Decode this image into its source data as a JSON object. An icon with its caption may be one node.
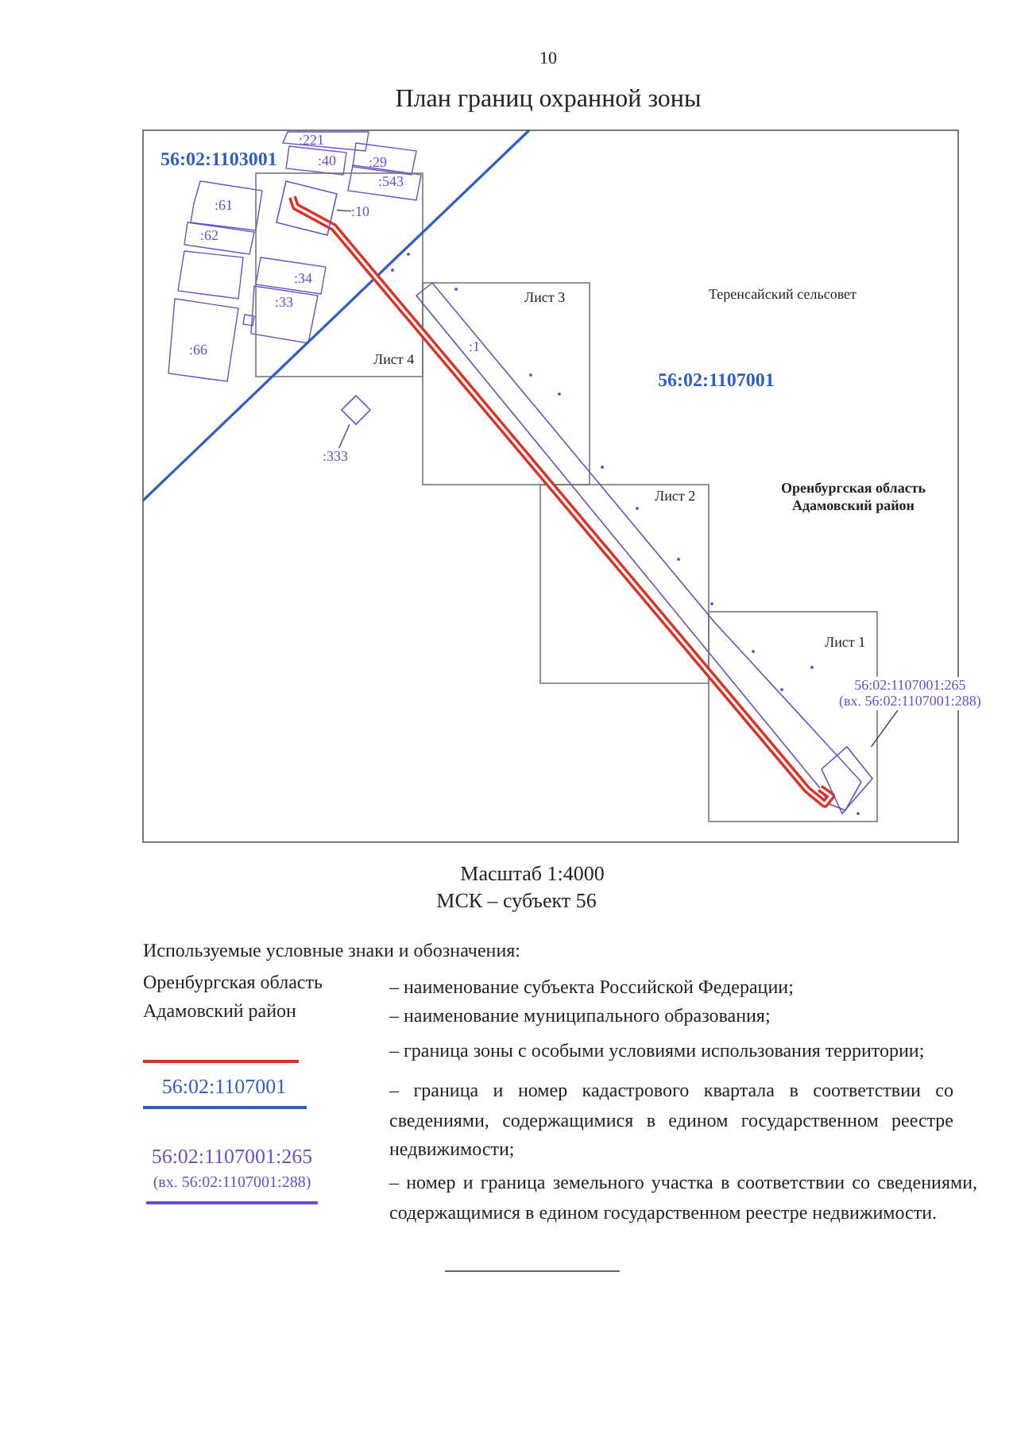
{
  "diagram": {
    "title": "План границ охранной зоны",
    "nodes": [
      {
        "text": [
          ":10"
        ]
      },
      {
        "text": [],
        "shape": "box"
      },
      {
        "text": [
          ":333"
        ]
      },
      {
        "text": [],
        "shape": "diamond"
      },
      {
        "text": [
          "56:02:1107001:265",
          "(вх. 56:02:1107001:288)"
        ]
      },
      {
        "text": [],
        "shape": "box"
      }
    ],
    "edges": [
      {
        "from": 0,
        "to": 1,
        "arrow": "none"
      },
      {
        "from": 2,
        "to": 3,
        "arrow": "none"
      },
      {
        "from": 4,
        "to": 5,
        "arrow": "none"
      }
    ],
    "labels": [
      "10",
      "56:02:1103001",
      ":221",
      ":40",
      ":29",
      ":543",
      ":61",
      ":62",
      ":34",
      ":33",
      ":66",
      "Лист 4",
      ":1",
      "Лист 3",
      "Теренсайский сельсовет",
      "56:02:1107001",
      "Оренбургская область",
      "Адамовский район",
      "Лист 2",
      "Лист 1",
      "Масштаб 1:4000",
      "МСК – субъект 56",
      "Используемые условные знаки и обозначения:",
      "Оренбургская область",
      "Адамовский район",
      "56:02:1107001",
      "56:02:1107001:265",
      "(вх. 56:02:1107001:288)"
    ],
    "legend": [
      {
        "text": "– наименование субъекта Российской Федерации;"
      },
      {
        "text": "– наименование муниципального образования;"
      },
      {
        "text": "– граница зоны с особыми условиями использования территории;"
      },
      {
        "text": "– граница и номер кадастрового квартала в соответствии со сведениями, содержащимися в едином государственном реестре недвижимости;"
      },
      {
        "text": "– номер и граница земельного участка в соответствии со сведениями, содержащимися в едином государственном реестре недвижимости."
      }
    ]
  }
}
